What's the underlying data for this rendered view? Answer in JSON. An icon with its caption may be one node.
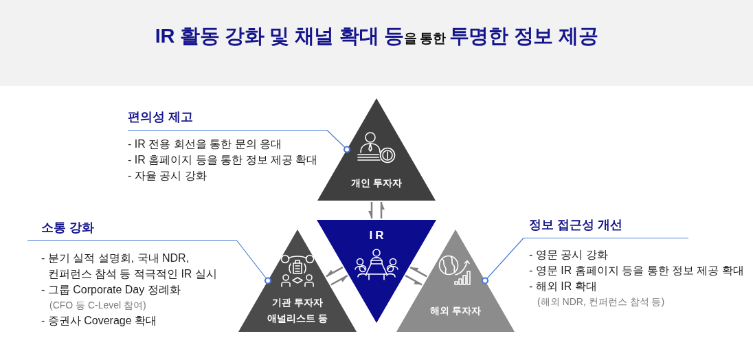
{
  "diagram": {
    "title": "**IR 활동 강화 및 채널 확대 등**을 통한 **투명한 정보 제공**",
    "nodes": [
      {
        "text": [
          "편의성 제고",
          "- IR 전용 회선을 통한 문의 응대",
          "- IR 홈페이지 등을 통한 정보 제공 확대",
          "- 자율 공시 강화"
        ]
      },
      {
        "text": [
          "개인 투자자"
        ]
      },
      {
        "text": [
          "소통 강화",
          "- 분기 실적 설명회, 국내 NDR, 컨퍼런스 참석 등 적극적인 IR 실시",
          "- 그룹 Corporate Day 정례화",
          "(CFO 등 C-Level 참여)",
          "- 증권사 Coverage 확대"
        ]
      },
      {
        "text": [
          "기관 투자자 애널리스트 등"
        ]
      },
      {
        "text": [
          "IR"
        ]
      },
      {
        "text": [
          "해외 투자자"
        ]
      },
      {
        "text": [
          "정보 접근성 개선",
          "- 영문 공시 강화",
          "- 영문 IR 홈페이지 등을 통한 정보 제공 확대",
          "- 해외 IR 확대",
          "(해외 NDR, 컨퍼런스 참석 등)"
        ]
      }
    ],
    "edges": [
      {
        "from": 0,
        "to": 1,
        "arrow": "other",
        "color": "#4a7bd9"
      },
      {
        "from": 2,
        "to": 3,
        "arrow": "other",
        "color": "#4a7bd9"
      },
      {
        "from": 6,
        "to": 5,
        "arrow": "other",
        "color": "#4a7bd9"
      },
      {
        "from": 1,
        "to": 4,
        "arrow": "to"
      },
      {
        "from": 4,
        "to": 1,
        "arrow": "to"
      },
      {
        "from": 4,
        "to": 3,
        "arrow": "to"
      },
      {
        "from": 3,
        "to": 4,
        "arrow": "to"
      },
      {
        "from": 4,
        "to": 5,
        "arrow": "to"
      },
      {
        "from": 5,
        "to": 4,
        "arrow": "to"
      }
    ]
  }
}
